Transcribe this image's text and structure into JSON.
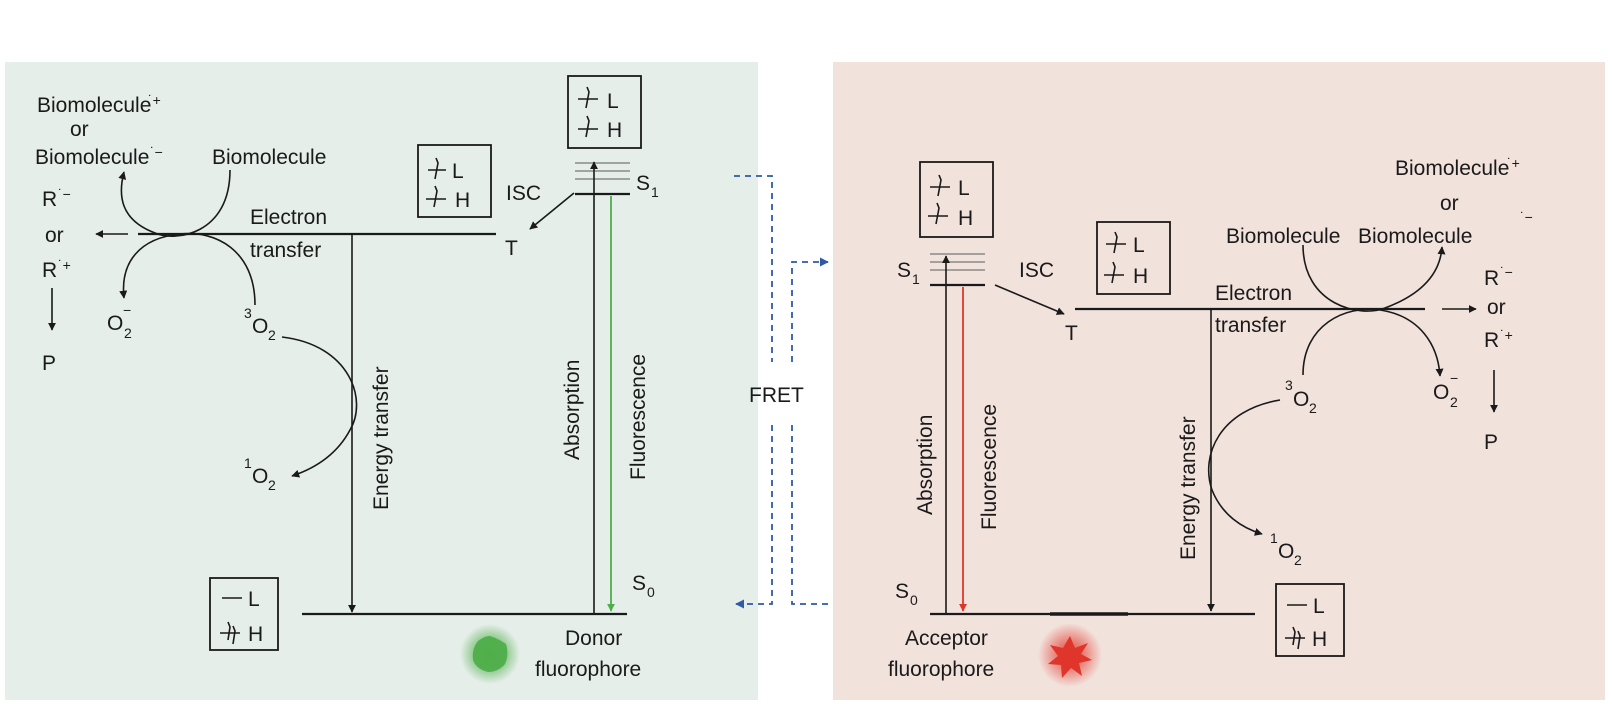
{
  "colors": {
    "donor_panel": "#e5eee9",
    "acceptor_panel": "#f2e2dc",
    "donor_emission": "#4fae4a",
    "acceptor_emission": "#e0352a",
    "fret_arrow": "#2f5aa8"
  },
  "donor": {
    "biomol_cation": "Biomolecule",
    "or1": "or",
    "biomol_anion": "Biomolecule",
    "biomolecule": "Biomolecule",
    "r_minus": "R",
    "or2": "or",
    "r_plus": "R",
    "p": "P",
    "electron_transfer_1": "Electron",
    "electron_transfer_2": "transfer",
    "superoxide": "O",
    "triplet_o2": "O",
    "singlet_o2": "O",
    "energy_transfer": "Energy transfer",
    "isc": "ISC",
    "t_label": "T",
    "s1": "S",
    "s0": "S",
    "absorption": "Absorption",
    "fluorescence": "Fluorescence",
    "fluorophore_1": "Donor",
    "fluorophore_2": "fluorophore",
    "box_l": "L",
    "box_h": "H"
  },
  "fret": {
    "label": "FRET"
  },
  "acceptor": {
    "biomol_cation": "Biomolecule",
    "or1": "or",
    "biomol_anion": "Biomolecule",
    "biomolecule": "Biomolecule",
    "r_minus": "R",
    "or2": "or",
    "r_plus": "R",
    "p": "P",
    "electron_transfer_1": "Electron",
    "electron_transfer_2": "transfer",
    "superoxide": "O",
    "triplet_o2": "O",
    "singlet_o2": "O",
    "energy_transfer": "Energy transfer",
    "isc": "ISC",
    "t_label": "T",
    "s1": "S",
    "s0": "S",
    "absorption": "Absorption",
    "fluorescence": "Fluorescence",
    "fluorophore_1": "Acceptor",
    "fluorophore_2": "fluorophore",
    "box_l": "L",
    "box_h": "H"
  }
}
